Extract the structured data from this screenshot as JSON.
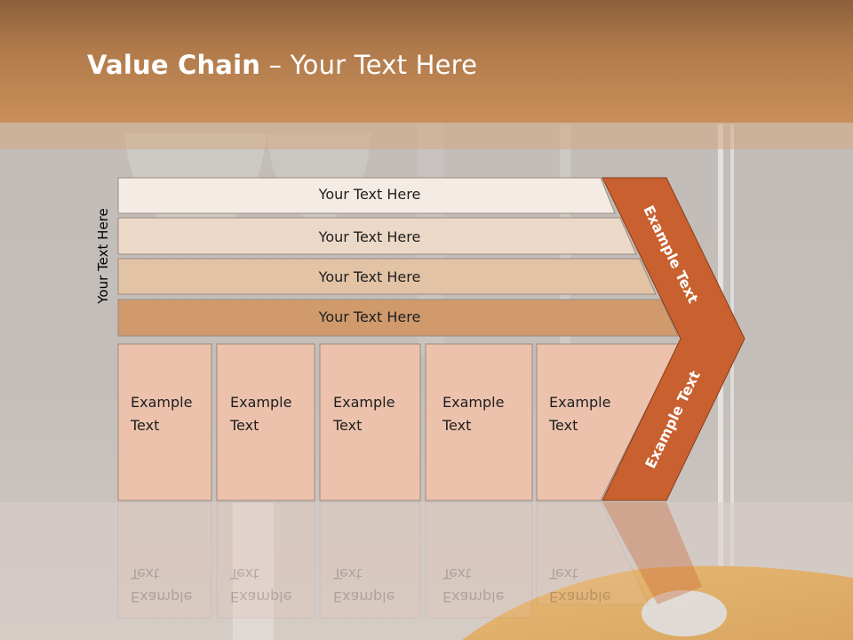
{
  "title": {
    "bold": "Value Chain",
    "rest": " – Your Text Here"
  },
  "side_label": "Your Text Here",
  "rows": [
    "Your Text Here",
    "Your Text Here",
    "Your Text Here",
    "Your Text Here"
  ],
  "boxes": [
    {
      "line1": "Example",
      "line2": "Text"
    },
    {
      "line1": "Example",
      "line2": "Text"
    },
    {
      "line1": "Example",
      "line2": "Text"
    },
    {
      "line1": "Example",
      "line2": "Text"
    },
    {
      "line1": "Example",
      "line2": "Text"
    }
  ],
  "chevron": {
    "upper": "Example Text",
    "lower": "Example Text"
  },
  "colors": {
    "header": "#b07a4b",
    "chevron": "#c8602f",
    "row1": "#f3ebe4",
    "row2": "#ecd8c7",
    "row3": "#e2c3a6",
    "row4": "#d09a6d",
    "box": "#ecc2ad"
  }
}
